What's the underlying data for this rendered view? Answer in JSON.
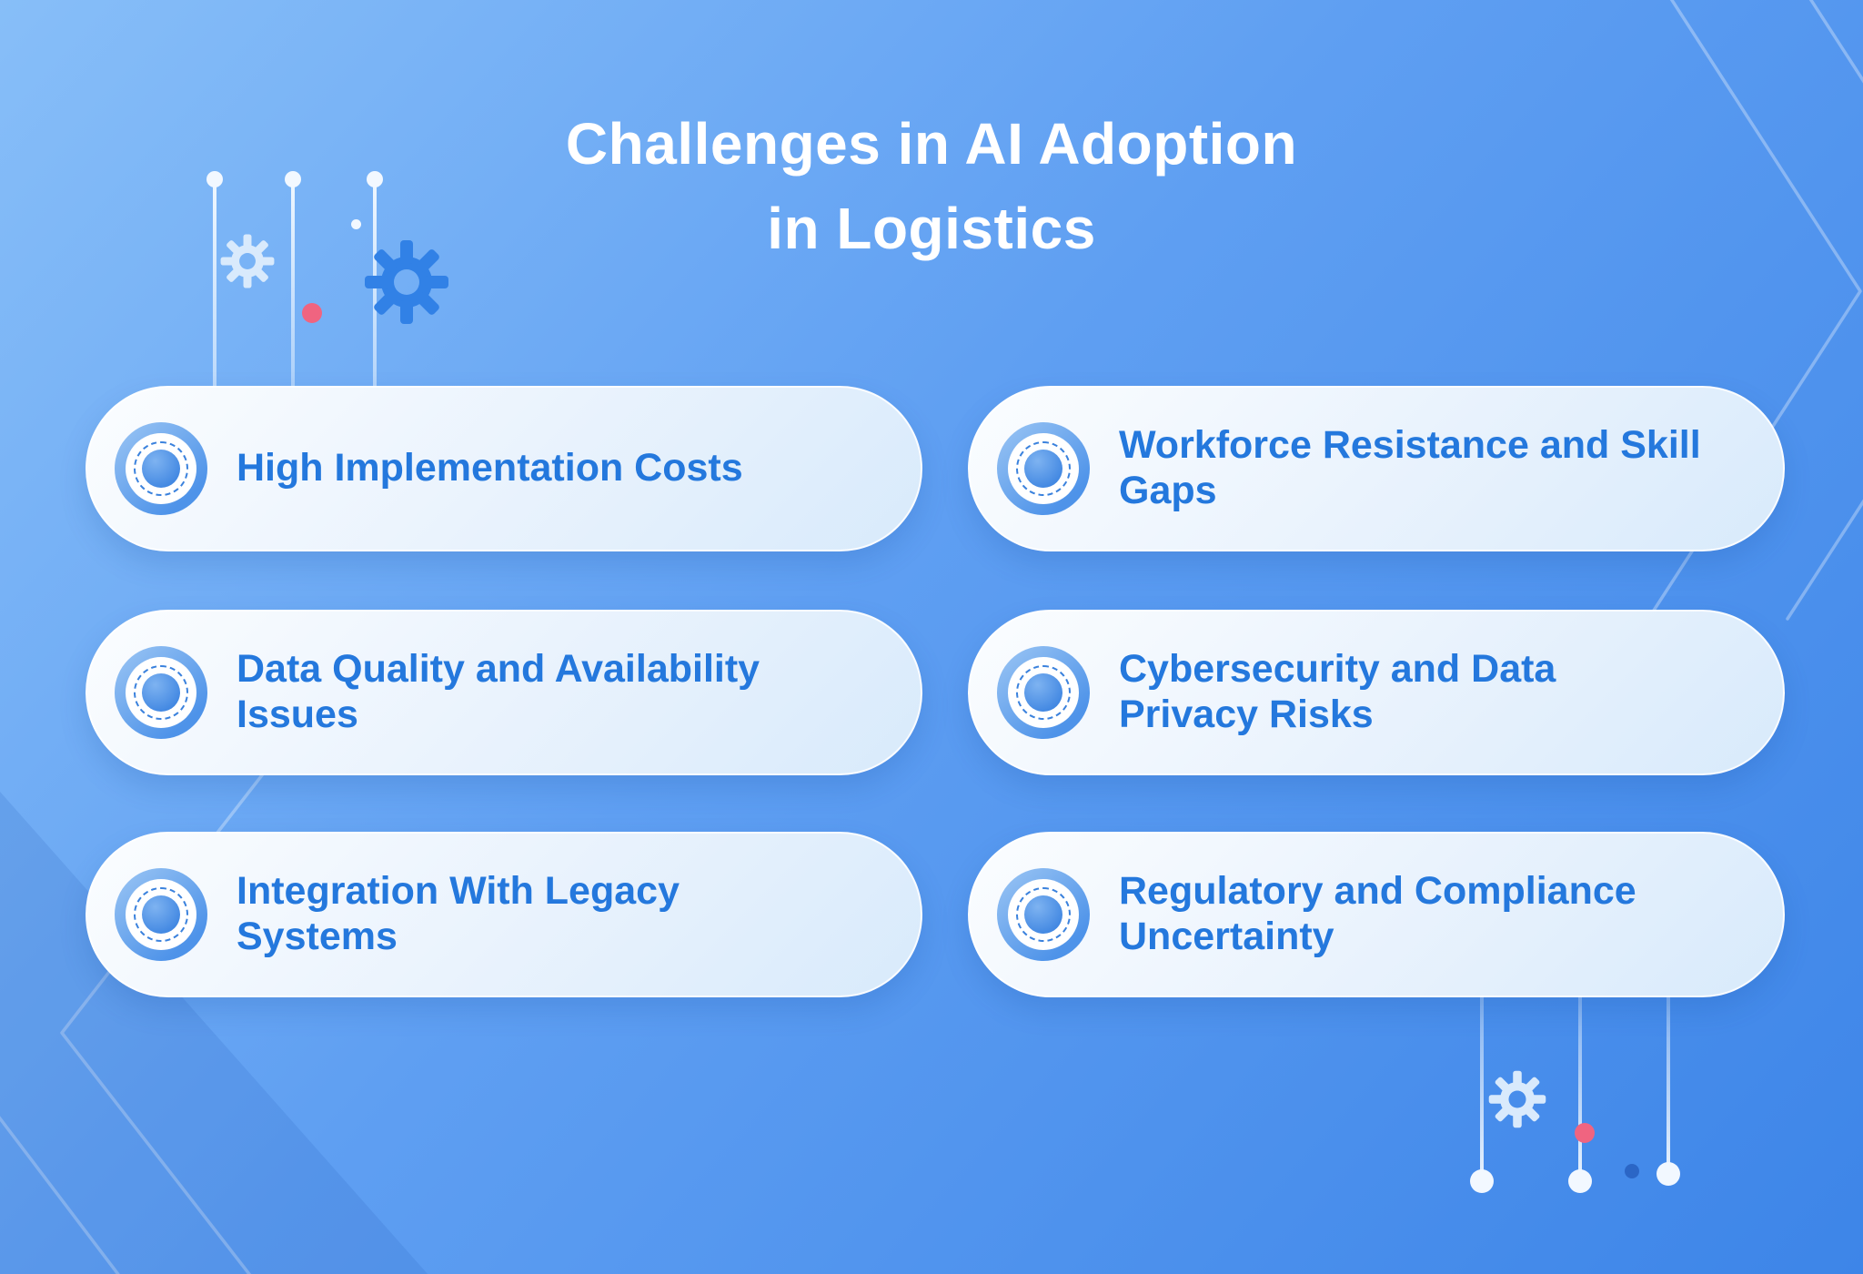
{
  "title": {
    "line1": "Challenges in AI Adoption",
    "line2": "in Logistics"
  },
  "cards": [
    {
      "label": "High Implementation Costs"
    },
    {
      "label": "Workforce Resistance and Skill Gaps"
    },
    {
      "label": "Data Quality and Availability Issues"
    },
    {
      "label": "Cybersecurity and Data Privacy Risks"
    },
    {
      "label": "Integration With Legacy Systems"
    },
    {
      "label": "Regulatory and Compliance Uncertainty"
    }
  ],
  "colors": {
    "background_top": "#87bef8",
    "background_bottom": "#3d85e8",
    "card_background": "#eaf3fd",
    "card_text": "#2478dd",
    "title_text": "#ffffff",
    "accent_pink": "#f06480",
    "accent_blue": "#2b66c6",
    "gear_blue": "#3181e6",
    "gear_light": "#d9eafc"
  }
}
